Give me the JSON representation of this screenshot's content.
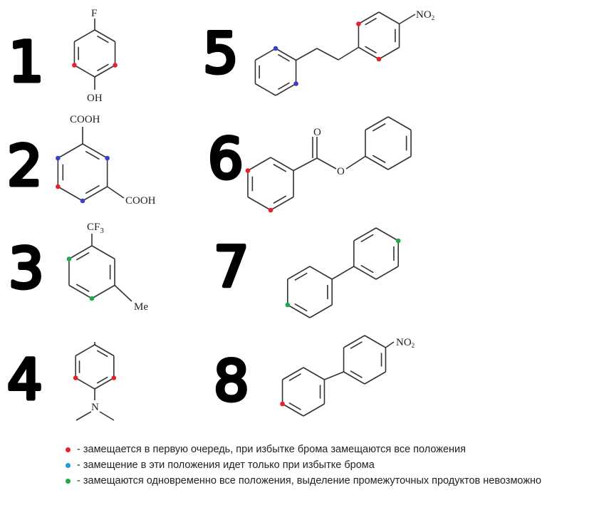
{
  "colors": {
    "red": "#e8202a",
    "blue": "#3b3fc8",
    "cyan": "#1a9ee0",
    "green": "#1faa4a",
    "bond": "#333333"
  },
  "molecules": [
    {
      "number": "1",
      "labels": {
        "top": "F",
        "bottom": "OH"
      }
    },
    {
      "number": "2",
      "labels": {
        "top": "COOH",
        "right": "COOH"
      }
    },
    {
      "number": "3",
      "labels": {
        "top": "CF",
        "top_sub": "3",
        "right": "Me"
      }
    },
    {
      "number": "4",
      "labels": {
        "bottom": "N"
      }
    },
    {
      "number": "5",
      "labels": {
        "nitro": "NO",
        "nitro_sub": "2"
      }
    },
    {
      "number": "6",
      "labels": {
        "carbonyl_o": "O",
        "ester_o": "O"
      }
    },
    {
      "number": "7",
      "labels": {}
    },
    {
      "number": "8",
      "labels": {
        "nitro": "NO",
        "nitro_sub": "2"
      }
    }
  ],
  "legend": [
    {
      "color": "red",
      "text": "- замещается в первую очередь, при избытке брома замещаются все положения"
    },
    {
      "color": "cyan",
      "text": "- замещение в эти положения идет только при избытке брома"
    },
    {
      "color": "green",
      "text": "- замещаются одновременно все положения, выделение промежуточных продуктов невозможно"
    }
  ]
}
